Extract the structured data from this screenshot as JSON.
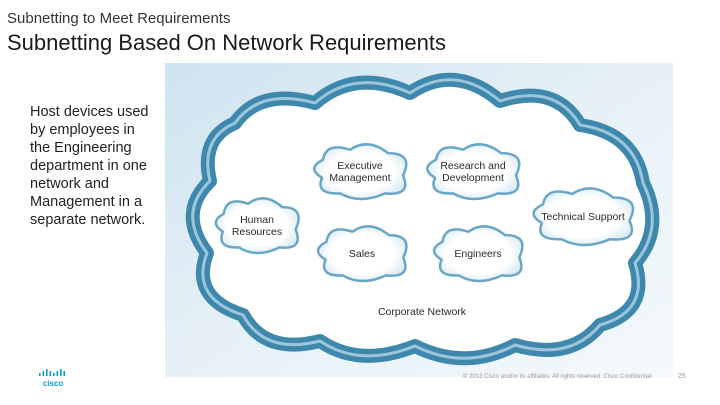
{
  "slide": {
    "subtitle": "Subnetting to Meet Requirements",
    "title": "Subnetting Based On Network Requirements",
    "body_text": "Host devices used by employees in the Engineering department in one network and Management in a separate network.",
    "footer": "© 2013  Cisco and/or its affiliates. All rights reserved.     Cisco Confidential",
    "page_number": "25",
    "logo_text": "cisco"
  },
  "diagram": {
    "outer_label": "Corporate Network",
    "clouds": [
      {
        "id": "exec",
        "lines": [
          "Executive",
          "Management"
        ]
      },
      {
        "id": "rnd",
        "lines": [
          "Research and",
          "Development"
        ]
      },
      {
        "id": "hr",
        "lines": [
          "Human",
          "Resources"
        ]
      },
      {
        "id": "tech",
        "lines": [
          "Technical Support"
        ]
      },
      {
        "id": "sales",
        "lines": [
          "Sales"
        ]
      },
      {
        "id": "eng",
        "lines": [
          "Engineers"
        ]
      }
    ]
  },
  "colors": {
    "panel_bg": "#dcebf4",
    "outer_ring": "#3f88ad",
    "cloud_fill": "#ffffff",
    "logo": "#049fd9"
  }
}
